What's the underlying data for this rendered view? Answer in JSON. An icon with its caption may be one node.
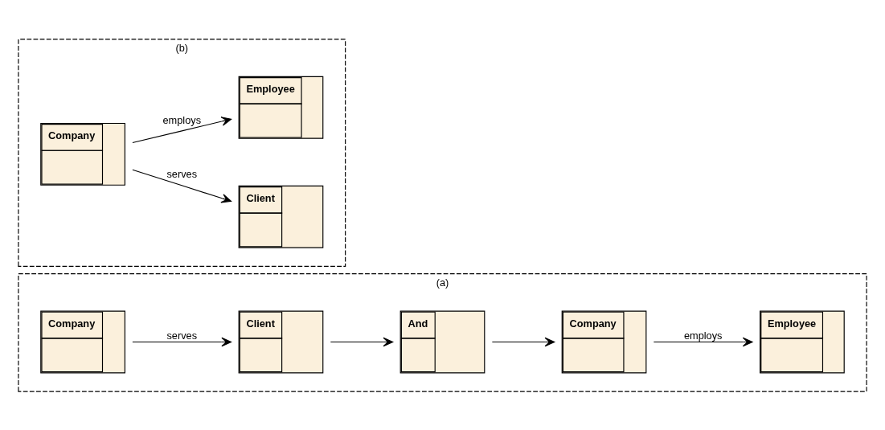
{
  "diagram": {
    "nodes": [
      {
        "text": [
          "(a)"
        ]
      },
      {
        "text": [
          "Company"
        ],
        "in": 0
      },
      {
        "text": [
          "Client"
        ],
        "in": 0
      },
      {
        "text": [
          "And"
        ],
        "in": 0
      },
      {
        "text": [
          "Company"
        ],
        "in": 0
      },
      {
        "text": [
          "Employee"
        ],
        "in": 0
      },
      {
        "text": [
          "(b)"
        ]
      },
      {
        "text": [
          "Company"
        ],
        "in": 6
      },
      {
        "text": [
          "Client"
        ],
        "in": 6
      },
      {
        "text": [
          "Employee"
        ],
        "in": 6
      }
    ],
    "edges": [
      {
        "from": 1,
        "to": 2,
        "arrow": "to",
        "label": "serves"
      },
      {
        "from": 2,
        "to": 3,
        "arrow": "to"
      },
      {
        "from": 3,
        "to": 4,
        "arrow": "to"
      },
      {
        "from": 4,
        "to": 5,
        "arrow": "to",
        "label": "employs"
      },
      {
        "from": 7,
        "to": 8,
        "arrow": "to",
        "label": "serves"
      },
      {
        "from": 7,
        "to": 9,
        "arrow": "to",
        "label": "employs"
      }
    ]
  }
}
